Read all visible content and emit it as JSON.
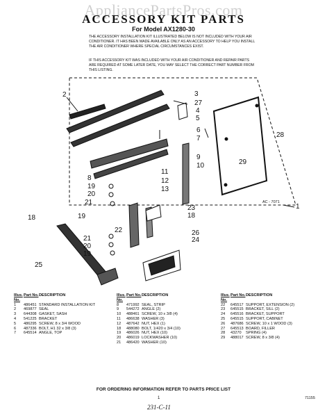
{
  "watermark": "AppliancePartsPros.com",
  "header": {
    "title": "ACCESSORY KIT PARTS",
    "model": "For Model AX1280-30"
  },
  "intro": {
    "para1": "THE ACCESSORY INSTALLATION KIT ILLUSTRATED BELOW IS NOT INCLUDED WITH YOUR AIR CONDITIONER. IT HAS BEEN MADE AVAILABLE ONLY AS AN ACCESSORY TO HELP YOU INSTALL THE AIR CONDITIONER WHERE SPECIAL CIRCUMSTANCES EXIST.",
    "para2": "IF THIS ACCESSORY KIT WAS INCLUDED WITH YOUR AIR CONDITIONER AND REPAIR PARTS ARE REQUIRED AT SOME LATER DATE, YOU MAY SELECT THE CORRECT PART NUMBER FROM THIS LISTING."
  },
  "diagram": {
    "ref_code": "AC - 7071",
    "callouts": [
      "2",
      "3",
      "27",
      "4",
      "5",
      "6",
      "7",
      "9",
      "10",
      "11",
      "12",
      "8",
      "19",
      "20",
      "21",
      "13",
      "18",
      "23",
      "22",
      "26",
      "24",
      "25",
      "28",
      "29",
      "1"
    ]
  },
  "parts_table": {
    "headers": {
      "illus_no": "Illus. No.",
      "part_no": "Part No.",
      "description": "DESCRIPTION"
    },
    "columns": [
      [
        {
          "no": "1",
          "part": "486451",
          "desc": "STANDARD INSTALLATION KIT"
        },
        {
          "no": "2",
          "part": "469877",
          "desc": "SEAL"
        },
        {
          "no": "3",
          "part": "644308",
          "desc": "GASKET, SASH"
        },
        {
          "no": "4",
          "part": "541225",
          "desc": "BRACKET"
        },
        {
          "no": "5",
          "part": "486295",
          "desc": "SCREW, 8 x 3/4 WOOD"
        },
        {
          "no": "6",
          "part": "487336",
          "desc": "BOLT, H1 32 x 3/8 (3)"
        },
        {
          "no": "7",
          "part": "645514",
          "desc": "ANGLE, TOP"
        }
      ],
      [
        {
          "no": "8",
          "part": "471992",
          "desc": "SEAL, STRIP"
        },
        {
          "no": "9",
          "part": "544272",
          "desc": "ANGLE (2)"
        },
        {
          "no": "10",
          "part": "488461",
          "desc": "SCREW, 10 x 3/8 (4)"
        },
        {
          "no": "11",
          "part": "486638",
          "desc": "WASHER (3)"
        },
        {
          "no": "12",
          "part": "487642",
          "desc": "NUT, HEX (1)"
        },
        {
          "no": "18",
          "part": "488080",
          "desc": "BOLT, 1/420 x 3/4 (10)"
        },
        {
          "no": "19",
          "part": "486026",
          "desc": "NUT, HEX (10)"
        },
        {
          "no": "20",
          "part": "486019",
          "desc": "LOCKWASHER (10)"
        },
        {
          "no": "21",
          "part": "486420",
          "desc": "WASHER (10)"
        }
      ],
      [
        {
          "no": "22",
          "part": "645517",
          "desc": "SUPPORT, EXTENSION (2)"
        },
        {
          "no": "23",
          "part": "645515",
          "desc": "BRACKET, SILL (2)"
        },
        {
          "no": "24",
          "part": "645516",
          "desc": "BRACKET, SUPPORT"
        },
        {
          "no": "25",
          "part": "645515",
          "desc": "SUPPORT, CABINET"
        },
        {
          "no": "26",
          "part": "487686",
          "desc": "SCREW, 10 x 1 WOOD (3)"
        },
        {
          "no": "27",
          "part": "645513",
          "desc": "BOARD, FILLER"
        },
        {
          "no": "28",
          "part": "43270",
          "desc": "SPRING (4)"
        },
        {
          "no": "29",
          "part": "488017",
          "desc": "SCREW, 8 x 3/8 (4)"
        }
      ]
    ]
  },
  "footer": {
    "note": "FOR ORDERING INFORMATION REFER TO PARTS PRICE LIST",
    "page": "1",
    "code": "71155",
    "handwritten": "231-C-11"
  }
}
